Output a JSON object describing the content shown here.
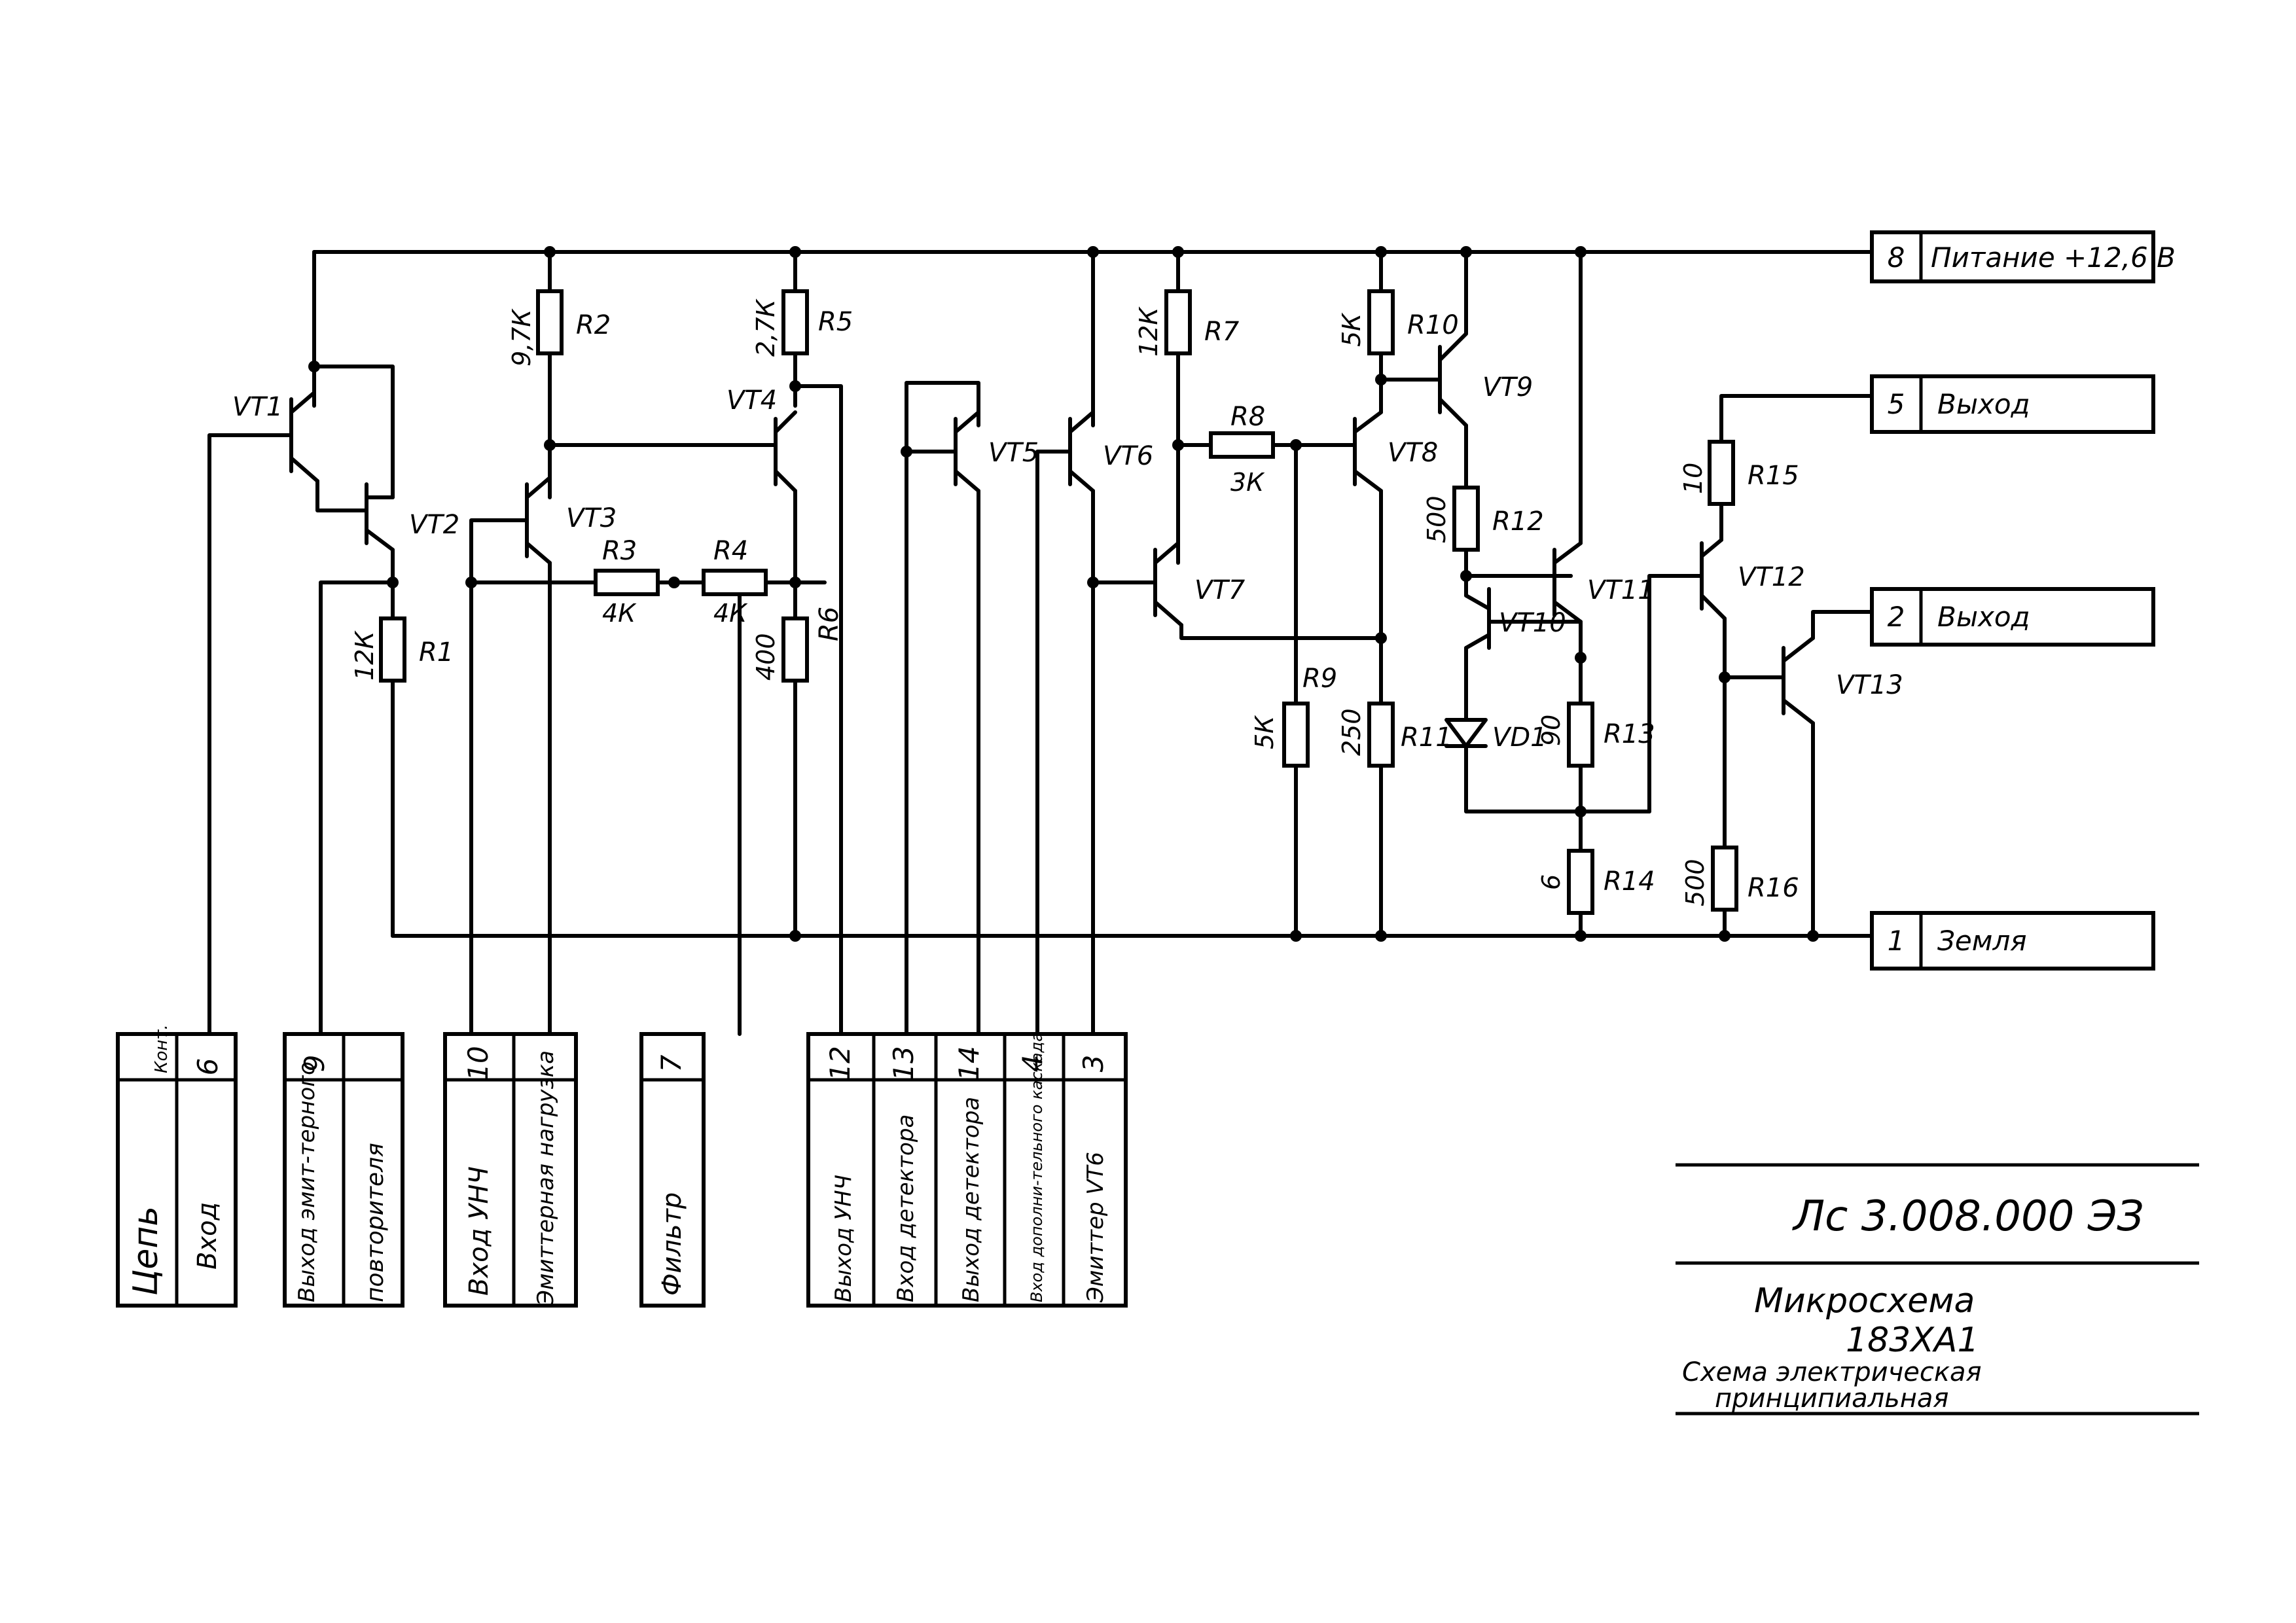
{
  "power_pins": [
    {
      "num": "8",
      "label": "Питание +12,6 В"
    },
    {
      "num": "5",
      "label": "Выход"
    },
    {
      "num": "2",
      "label": "Выход"
    },
    {
      "num": "1",
      "label": "Земля"
    }
  ],
  "transistors": [
    "VT1",
    "VT2",
    "VT3",
    "VT4",
    "VT5",
    "VT6",
    "VT7",
    "VT8",
    "VT9",
    "VT10",
    "VT11",
    "VT12",
    "VT13"
  ],
  "diode": "VD1",
  "resistors": [
    {
      "ref": "R1",
      "value": "12К"
    },
    {
      "ref": "R2",
      "value": "9,7К"
    },
    {
      "ref": "R3",
      "value": "4К"
    },
    {
      "ref": "R4",
      "value": "4К"
    },
    {
      "ref": "R5",
      "value": "2,7К"
    },
    {
      "ref": "R6",
      "value": "400"
    },
    {
      "ref": "R7",
      "value": "12К"
    },
    {
      "ref": "R8",
      "value": "3К"
    },
    {
      "ref": "R9",
      "value": "5К"
    },
    {
      "ref": "R10",
      "value": "5К"
    },
    {
      "ref": "R11",
      "value": "250"
    },
    {
      "ref": "R12",
      "value": "500"
    },
    {
      "ref": "R13",
      "value": "90"
    },
    {
      "ref": "R14",
      "value": "6"
    },
    {
      "ref": "R15",
      "value": "10"
    },
    {
      "ref": "R16",
      "value": "500"
    }
  ],
  "table_headers": {
    "circuit": "Цепь",
    "contact": "Конт."
  },
  "bottom_pins": [
    {
      "num": "6",
      "label": "Вход"
    },
    {
      "num": "9",
      "label": "Выход эмит-терного"
    },
    {
      "num": "",
      "label": "повторителя"
    },
    {
      "num": "10",
      "label": "Вход УНЧ"
    },
    {
      "num": "",
      "label": "Эмиттерная нагрузка"
    },
    {
      "num": "7",
      "label": "Фильтр"
    },
    {
      "num": "12",
      "label": "Выход УНЧ"
    },
    {
      "num": "13",
      "label": "Вход детектора"
    },
    {
      "num": "14",
      "label": "Выход детектора"
    },
    {
      "num": "4",
      "label": "Вход дополни-тельного каскада"
    },
    {
      "num": "3",
      "label": "Эмиттер VT6"
    }
  ],
  "title_block": {
    "doc_number": "Лс 3.008.000 ЭЗ",
    "name": "Микросхема",
    "type": "183ХА1",
    "doc_line1": "Схема электрическая",
    "doc_line2": "принципиальная"
  }
}
